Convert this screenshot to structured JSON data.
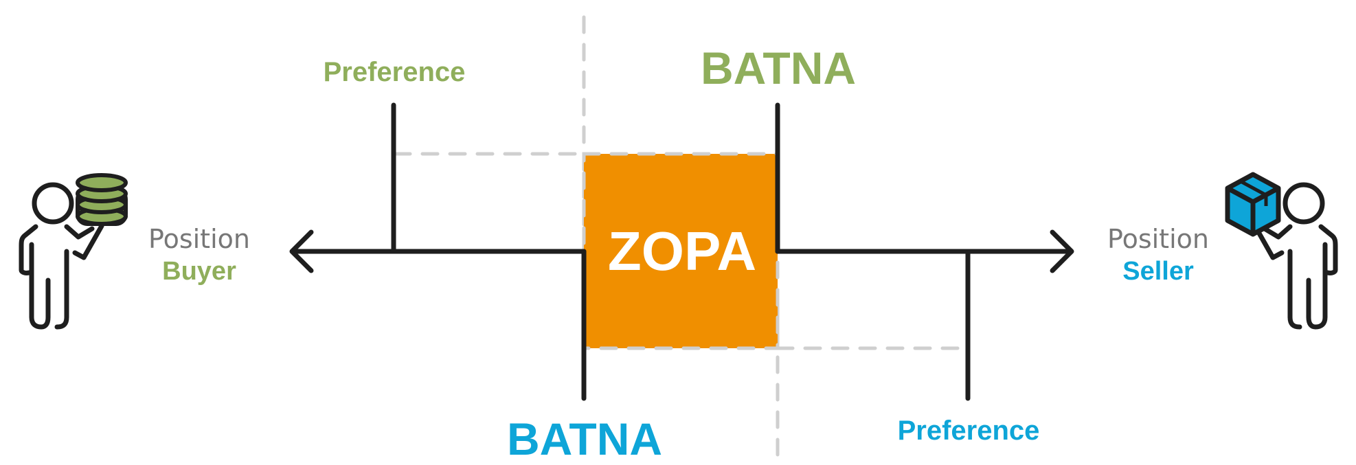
{
  "colors": {
    "buyer": "#8fae5b",
    "seller": "#0ea5d8",
    "zopa": "#f08f00",
    "line": "#1e1e1e",
    "dash": "#cfcfcf",
    "muted": "#777777"
  },
  "buyer": {
    "preference_label": "Preference",
    "batna_label": "BATNA",
    "position_label": "Position",
    "role_label": "Buyer",
    "icon": "coin-stack-icon"
  },
  "seller": {
    "preference_label": "Preference",
    "batna_label": "BATNA",
    "position_label": "Position",
    "role_label": "Seller",
    "icon": "package-box-icon"
  },
  "zopa": {
    "label": "ZOPA"
  }
}
